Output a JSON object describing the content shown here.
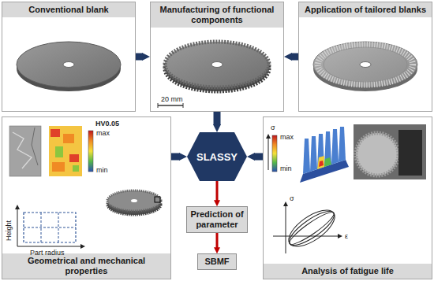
{
  "diagram": {
    "nodes": [
      {
        "text": [
          "Conventional blank"
        ]
      },
      {
        "text": [
          "Manufacturing of functional components"
        ]
      },
      {
        "text": [
          "Application of tailored blanks"
        ]
      },
      {
        "text": [
          "Geometrical and mechanical properties"
        ]
      },
      {
        "text": [
          "Analysis of fatigue life"
        ]
      },
      {
        "text": [
          "SLASSY"
        ]
      },
      {
        "text": [
          "Prediction of parameter"
        ]
      },
      {
        "text": [
          "SBMF"
        ]
      }
    ],
    "edges": [
      {
        "from": 0,
        "to": 1,
        "arrow": "to"
      },
      {
        "from": 2,
        "to": 1,
        "arrow": "to"
      },
      {
        "from": 1,
        "to": 5,
        "arrow": "to"
      },
      {
        "from": 3,
        "to": 5,
        "arrow": "to"
      },
      {
        "from": 4,
        "to": 5,
        "arrow": "to"
      },
      {
        "from": 5,
        "to": 6,
        "arrow": "to"
      },
      {
        "from": 6,
        "to": 7,
        "arrow": "to"
      }
    ],
    "labels": [
      "20 mm",
      "HV0.05",
      "max",
      "min",
      "Height",
      "Part radius",
      "σ",
      "max",
      "min",
      "σ",
      "ε"
    ]
  }
}
